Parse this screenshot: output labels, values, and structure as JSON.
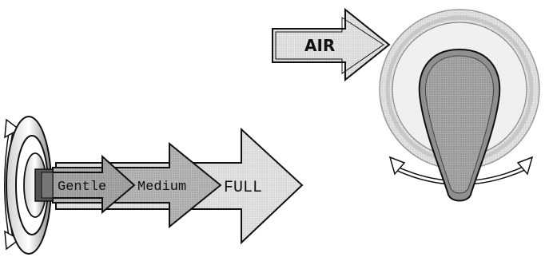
{
  "air_label": "AIR",
  "flow_levels": [
    "Gentle",
    "Medium",
    "FULL"
  ],
  "colors": {
    "outline": "#111111",
    "arrow_fill": "#a9a9a9",
    "ring_fill": "#dedede",
    "knob_fill": "#9a9a9a",
    "knob_inner": "#8a8a8a",
    "base_dark": "#555555"
  }
}
